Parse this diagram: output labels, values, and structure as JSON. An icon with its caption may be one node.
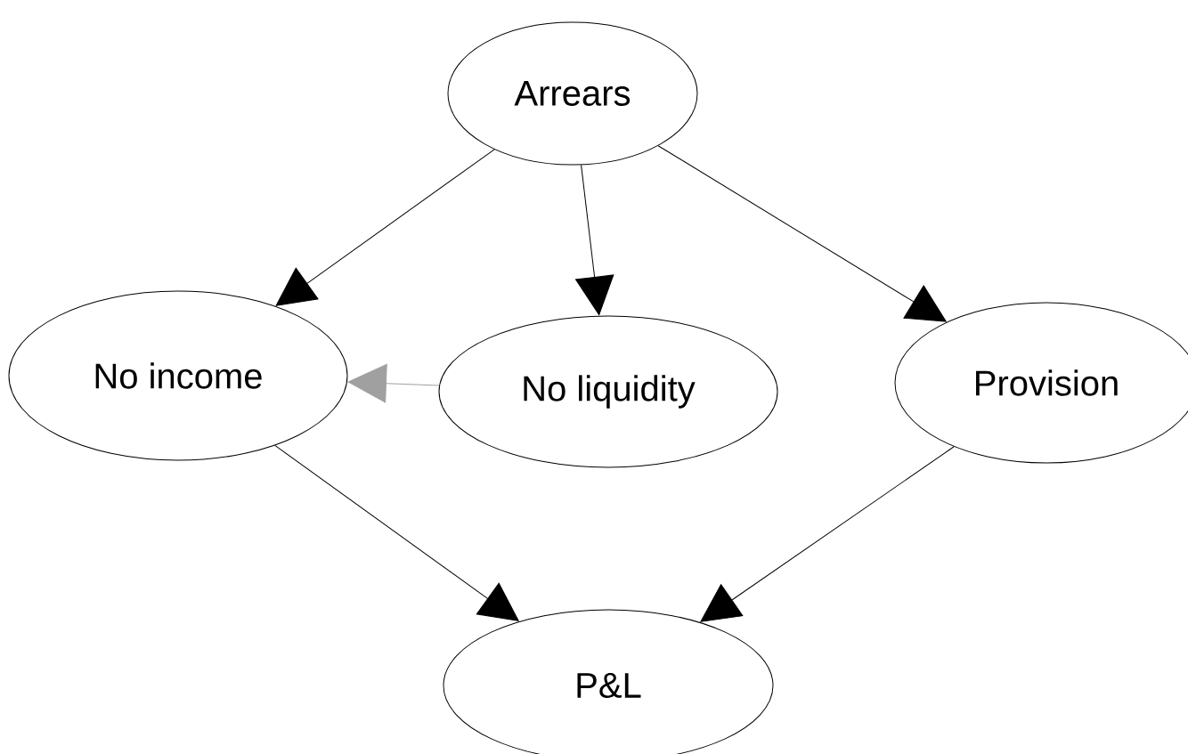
{
  "diagram": {
    "nodes": [
      {
        "text": [
          "Arrears"
        ]
      },
      {
        "text": [
          "No income"
        ]
      },
      {
        "text": [
          "No liquidity"
        ]
      },
      {
        "text": [
          "Provision"
        ]
      },
      {
        "text": [
          "P&L"
        ]
      }
    ],
    "edges": [
      {
        "from": 0,
        "to": 1,
        "arrow": "to"
      },
      {
        "from": 0,
        "to": 2,
        "arrow": "to"
      },
      {
        "from": 0,
        "to": 3,
        "arrow": "to"
      },
      {
        "from": 2,
        "to": 1,
        "arrow": "to",
        "color": "#a0a0a0"
      },
      {
        "from": 1,
        "to": 4,
        "arrow": "to"
      },
      {
        "from": 3,
        "to": 4,
        "arrow": "to"
      }
    ]
  }
}
